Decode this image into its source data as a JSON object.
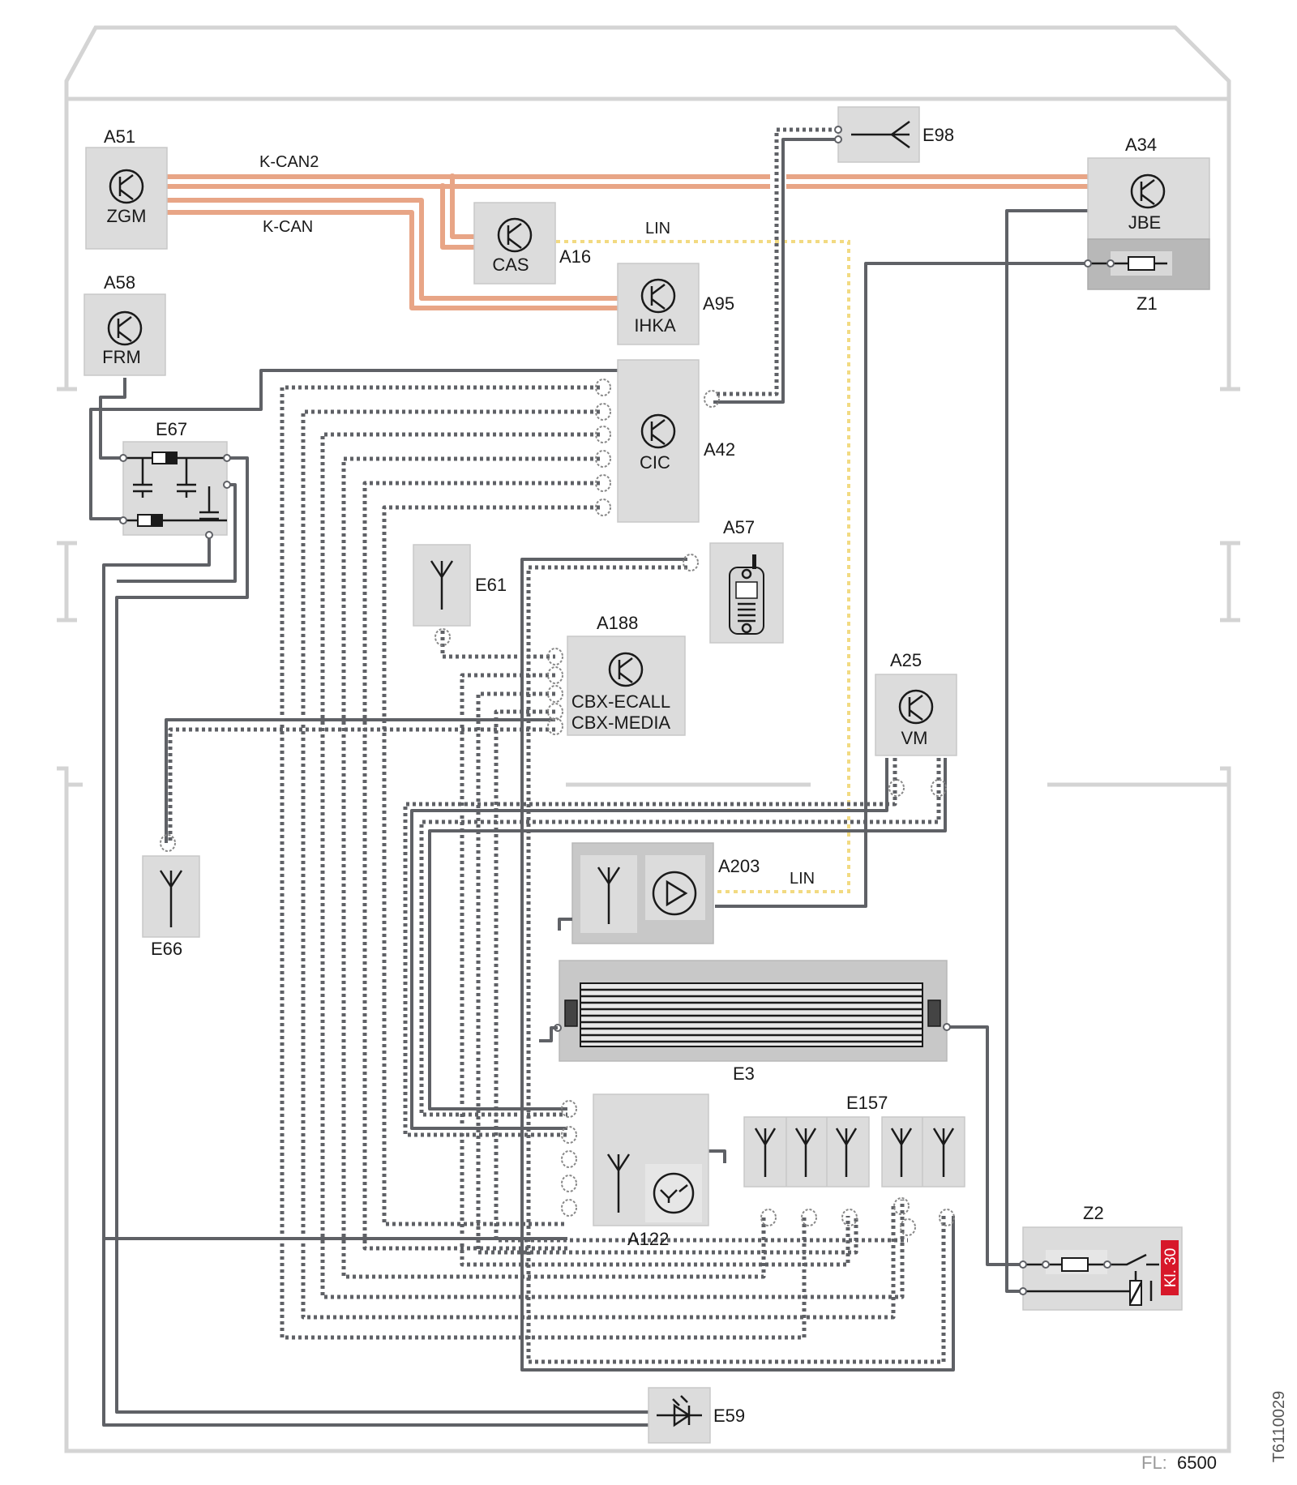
{
  "modules": {
    "a51": {
      "code": "A51",
      "name": "ZGM"
    },
    "a58": {
      "code": "A58",
      "name": "FRM"
    },
    "a16": {
      "code": "A16",
      "name": "CAS"
    },
    "a95": {
      "code": "A95",
      "name": "IHKA"
    },
    "a34": {
      "code": "A34",
      "name": "JBE"
    },
    "z1": {
      "code": "Z1"
    },
    "e98": {
      "code": "E98"
    },
    "a42": {
      "code": "A42",
      "name": "CIC"
    },
    "e67": {
      "code": "E67"
    },
    "a57": {
      "code": "A57"
    },
    "e61": {
      "code": "E61"
    },
    "a188": {
      "code": "A188",
      "name_line1": "CBX-ECALL",
      "name_line2": "CBX-MEDIA"
    },
    "a25": {
      "code": "A25",
      "name": "VM"
    },
    "e66": {
      "code": "E66"
    },
    "a203": {
      "code": "A203"
    },
    "e3": {
      "code": "E3"
    },
    "a122": {
      "code": "A122"
    },
    "e157": {
      "code": "E157"
    },
    "z2": {
      "code": "Z2",
      "terminal": "Kl. 30"
    },
    "e59": {
      "code": "E59"
    }
  },
  "buses": {
    "kcan2": "K-CAN2",
    "kcan": "K-CAN",
    "lin_top": "LIN",
    "lin_bottom": "LIN"
  },
  "footer": {
    "fl_label": "FL:",
    "fl_value": "6500",
    "doc_id": "T6110029"
  },
  "colors": {
    "can_bus": "#e8a586",
    "lin_bus": "#f2da82",
    "wire": "#5f6166",
    "component_box": "#dcdcdc",
    "terminal_badge": "#d7182a"
  }
}
